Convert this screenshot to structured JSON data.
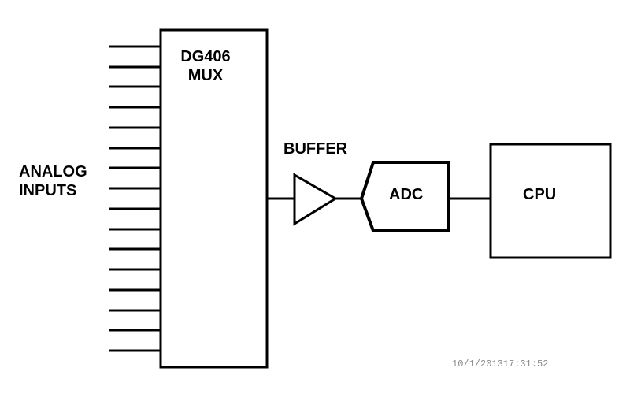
{
  "diagram": {
    "analog_label": [
      "ANALOG",
      "INPUTS"
    ],
    "mux_label": [
      "DG406",
      "MUX"
    ],
    "buffer_label": "BUFFER",
    "adc_label": "ADC",
    "cpu_label": "CPU",
    "input_count": 16,
    "timestamp": "10/1/201317:31:52"
  }
}
